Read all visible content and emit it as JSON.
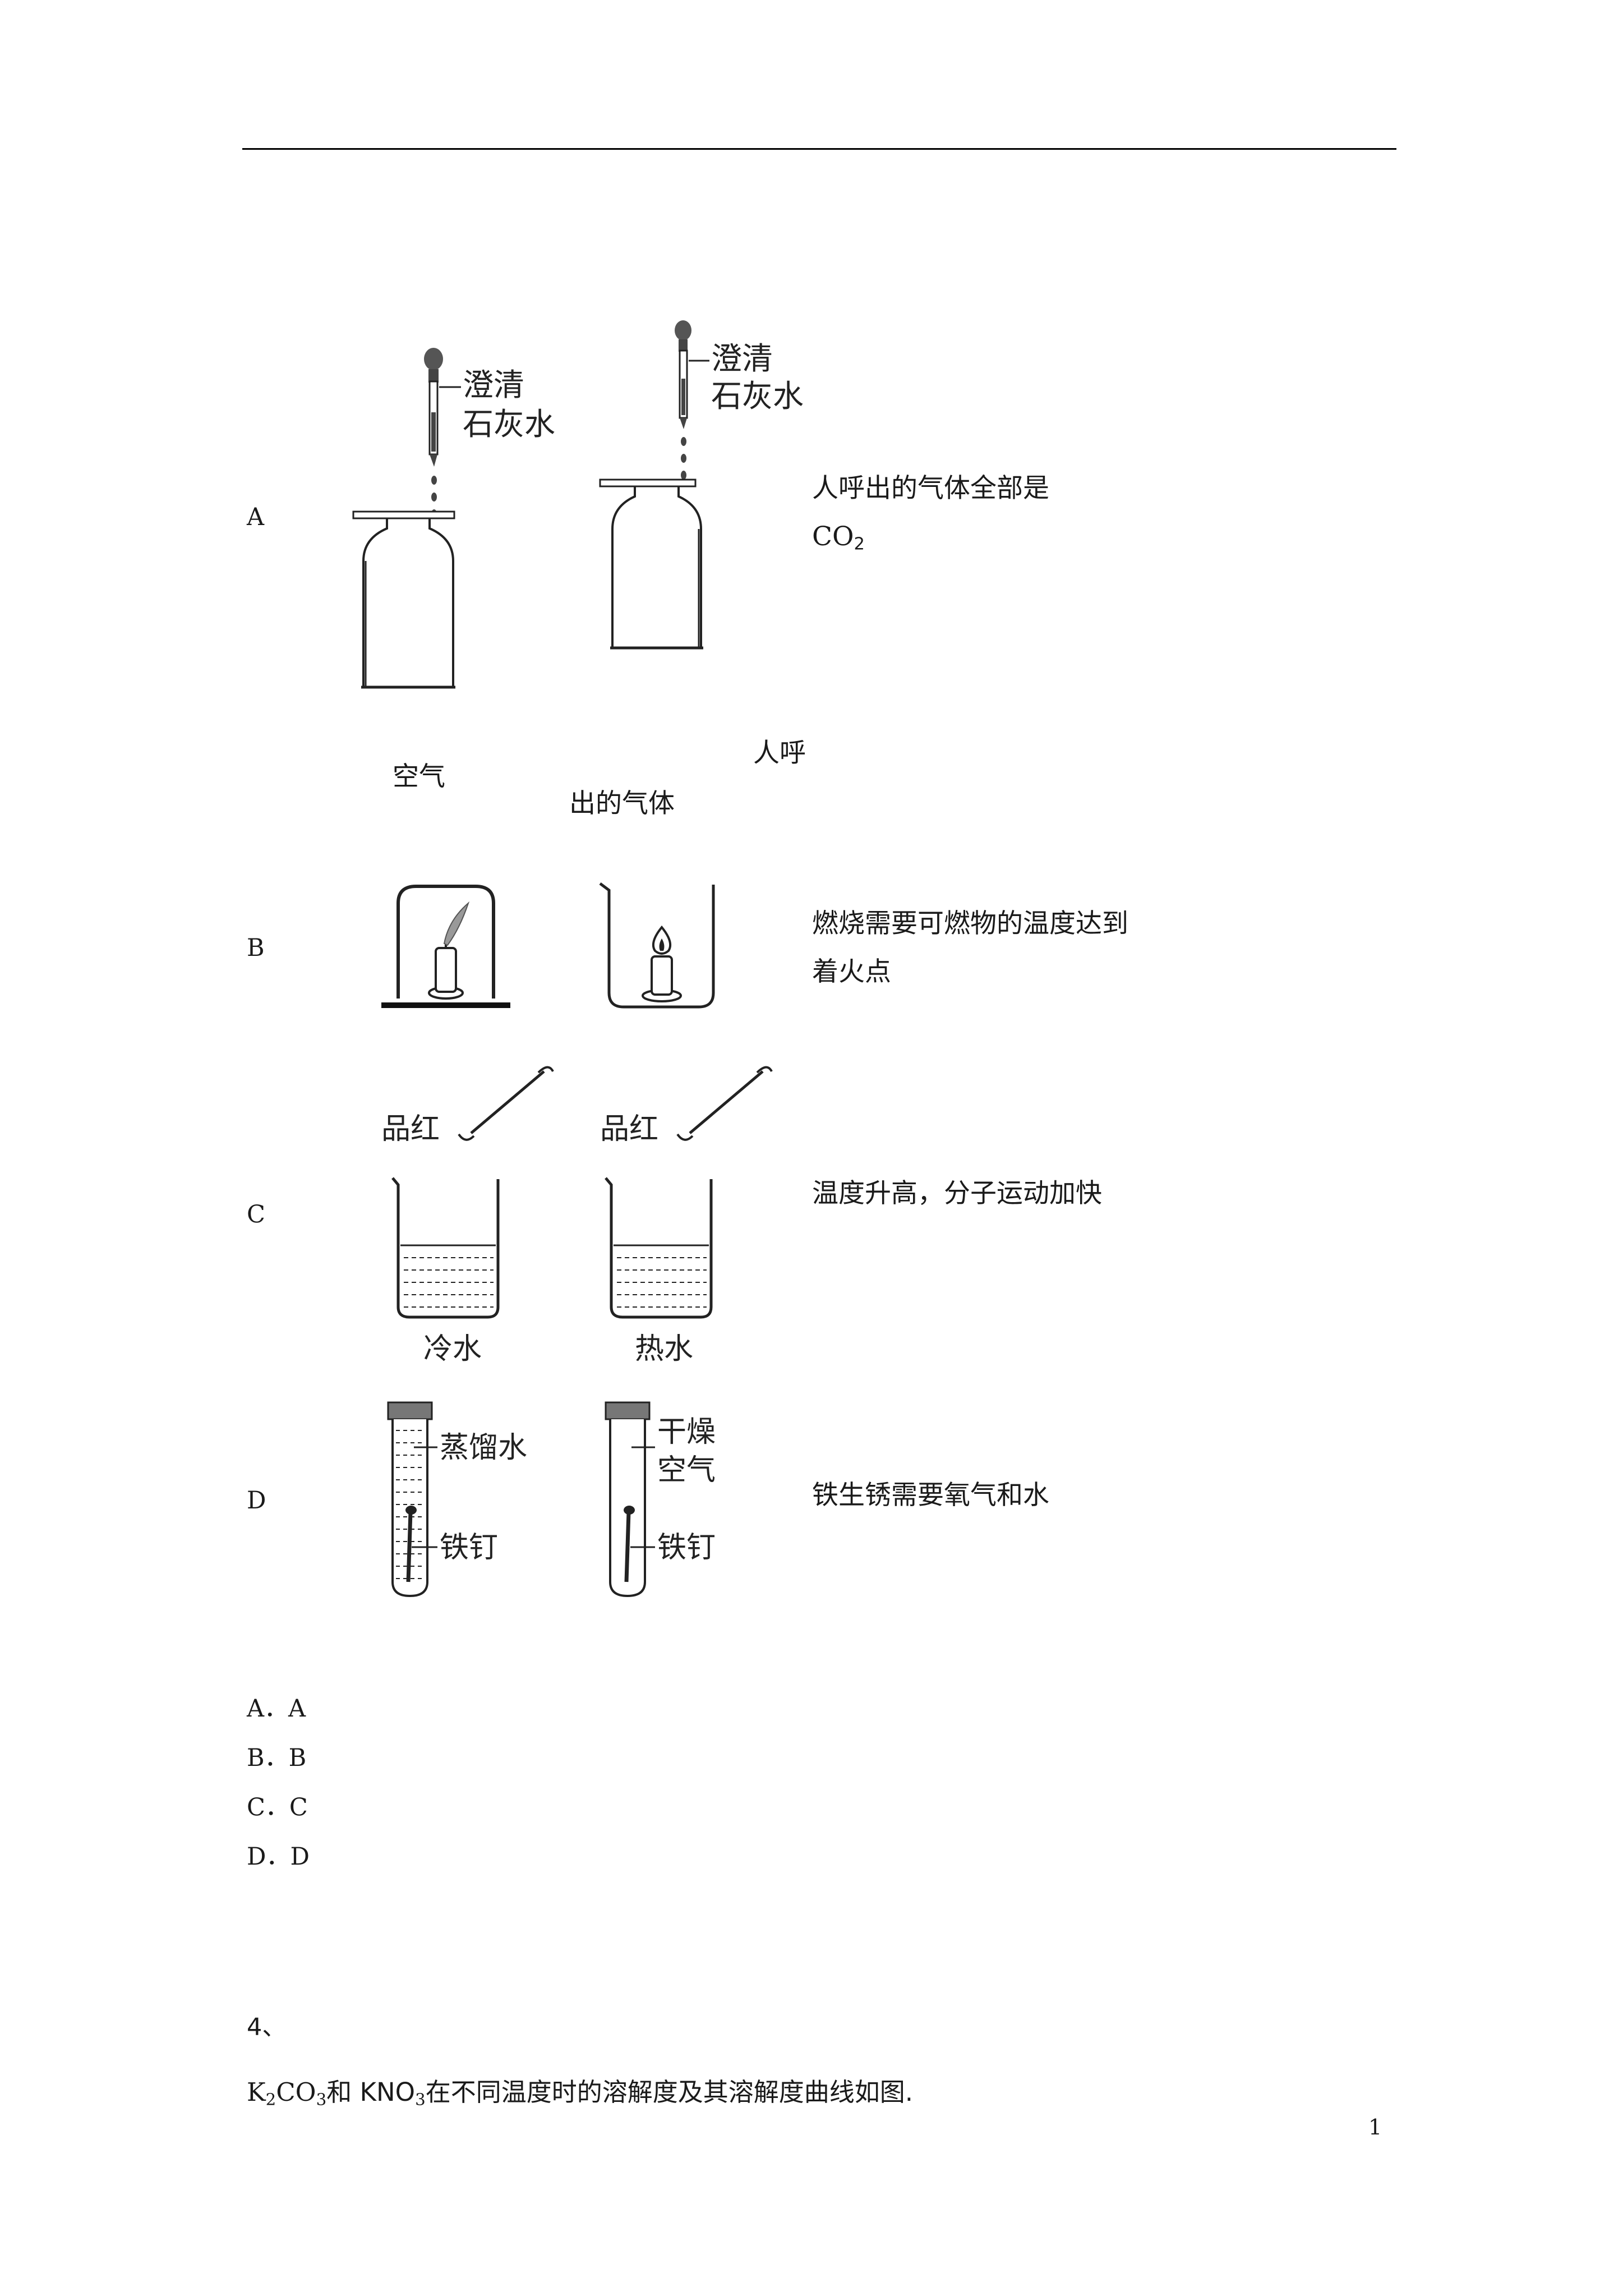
{
  "rows": [
    {
      "letter": "A",
      "conclusion": "人呼出的气体全部是",
      "conclusion_formula": "CO",
      "conclusion_sub": "2"
    },
    {
      "letter": "B",
      "conclusion": "燃烧需要可燃物的温度达到着火点"
    },
    {
      "letter": "C",
      "conclusion": "温度升高，分子运动加快"
    },
    {
      "letter": "D",
      "conclusion": "铁生锈需要氧气和水"
    }
  ],
  "row_a": {
    "dropper_label_1": "澄清",
    "dropper_label_2": "石灰水",
    "caption_left": "空气",
    "caption_right_1": "人呼",
    "caption_right_2": "出的气体"
  },
  "row_c": {
    "dye_label": "品红",
    "cold_label": "冷水",
    "hot_label": "热水"
  },
  "row_d": {
    "water_label": "蒸馏水",
    "nail_label": "铁钉",
    "dry_label_1": "干燥",
    "dry_label_2": "空气"
  },
  "options": [
    "A．A",
    "B．B",
    "C．C",
    "D．D"
  ],
  "question": {
    "number": "4、",
    "text_1": "K",
    "sub_1": "2",
    "text_2": "CO",
    "sub_2": "3",
    "text_3": "和 KNO",
    "sub_3": "3",
    "text_4": "在不同温度时的溶解度及其溶解度曲线如图."
  },
  "page_number": "1"
}
